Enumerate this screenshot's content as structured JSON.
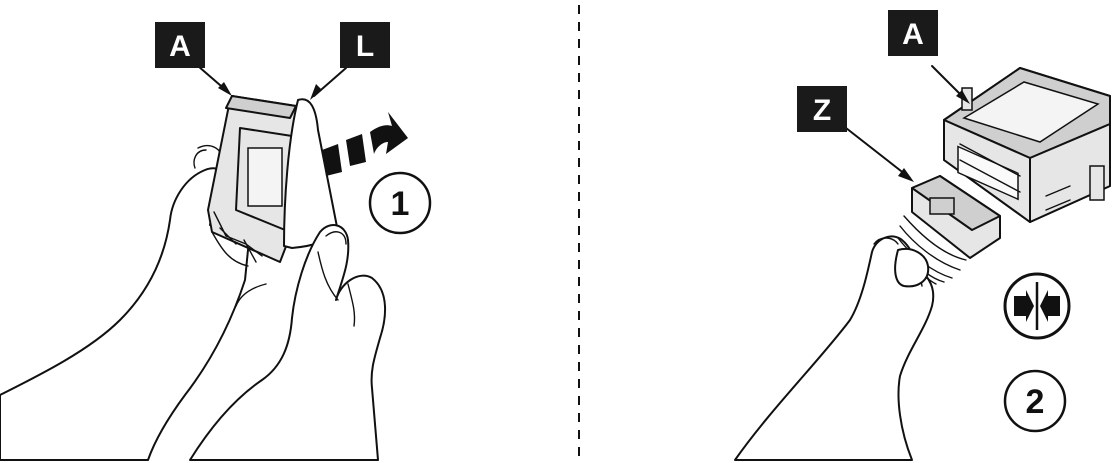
{
  "labels": {
    "left_a": "A",
    "left_l": "L",
    "right_a": "A",
    "right_z": "Z"
  },
  "steps": {
    "step1": "1",
    "step2": "2"
  },
  "icons": {
    "peel": "peel-arrows-icon",
    "connect": "push-together-icon"
  },
  "colors": {
    "ink": "#111111",
    "label_bg": "#1a1a1a",
    "label_text": "#ffffff",
    "device_fill": "#e6e6e6"
  }
}
